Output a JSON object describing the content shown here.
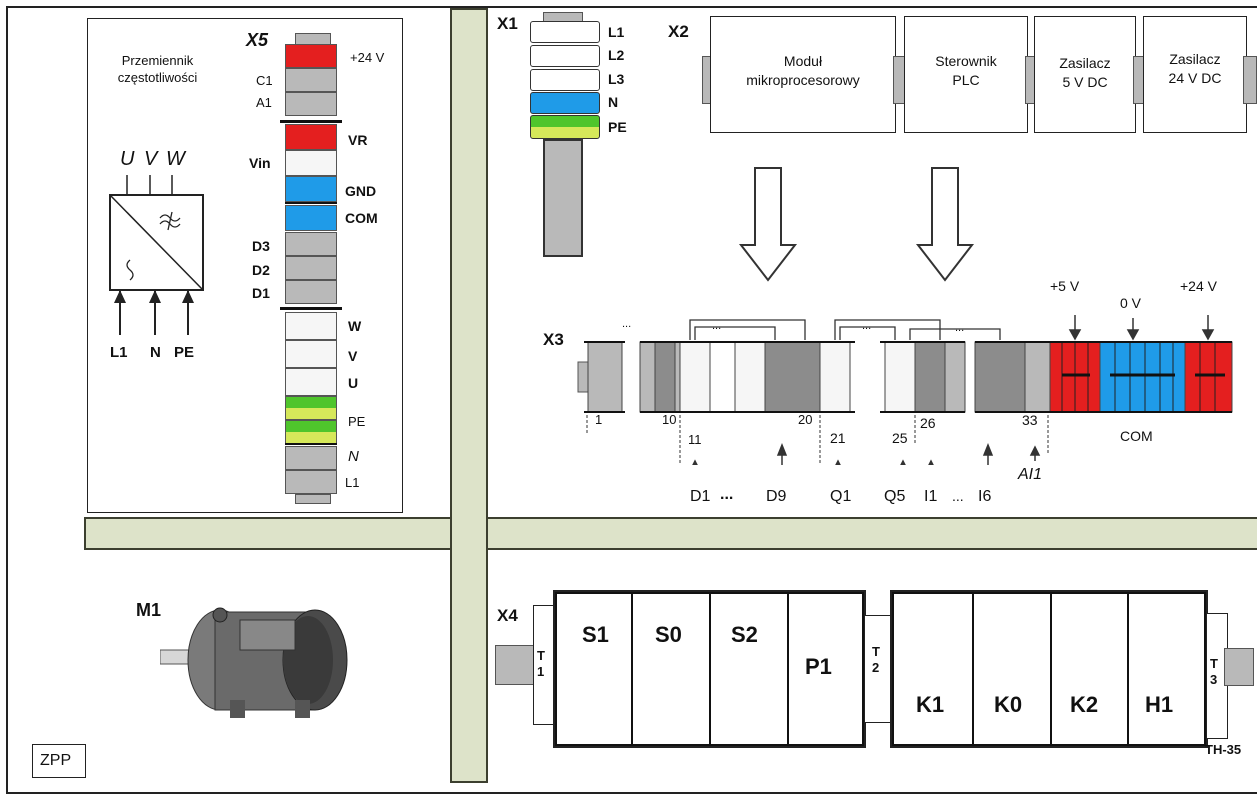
{
  "inverter": {
    "title_line1": "Przemiennik",
    "title_line2": "częstotliwości",
    "outputs": [
      "U",
      "V",
      "W"
    ],
    "inputs": [
      "L1",
      "N",
      "PE"
    ]
  },
  "x5": {
    "label": "X5",
    "right_labels": [
      "+24 V",
      "VR",
      "GND",
      "COM",
      "W",
      "V",
      "U",
      "PE",
      "N",
      "L1"
    ],
    "left_labels": [
      "C1",
      "A1",
      "Vin",
      "D3",
      "D2",
      "D1"
    ]
  },
  "x1": {
    "label": "X1",
    "labels": [
      "L1",
      "L2",
      "L3",
      "N",
      "PE"
    ]
  },
  "x2": {
    "label": "X2",
    "modules": [
      {
        "line1": "Moduł",
        "line2": "mikroprocesorowy"
      },
      {
        "line1": "Sterownik",
        "line2": "PLC"
      },
      {
        "line1": "Zasilacz",
        "line2": "5 V DC"
      },
      {
        "line1": "Zasilacz",
        "line2": "24 V DC"
      }
    ]
  },
  "x3": {
    "label": "X3",
    "dots": "...",
    "top_voltages": [
      "+5 V",
      "0 V",
      "+24 V"
    ],
    "numbers": [
      "1",
      "10",
      "11",
      "20",
      "21",
      "25",
      "26",
      "33"
    ],
    "signals": [
      "D1",
      "...",
      "D9",
      "Q1",
      "Q5",
      "I1",
      "...",
      "I6"
    ],
    "ai": "AI1",
    "com": "COM"
  },
  "motor": {
    "label": "M1"
  },
  "x4": {
    "label": "X4",
    "group1": [
      "S1",
      "S0",
      "S2",
      "P1"
    ],
    "group2": [
      "K1",
      "K0",
      "K2",
      "H1"
    ],
    "t1": "T\n1",
    "t2": "T\n2",
    "t3": "T\n3",
    "rail_type": "TH-35"
  },
  "zpp": "ZPP",
  "colors": {
    "red": "#e41f1f",
    "blue": "#1f9be8",
    "green": "#4fc52c",
    "rail": "#dde3c9"
  }
}
